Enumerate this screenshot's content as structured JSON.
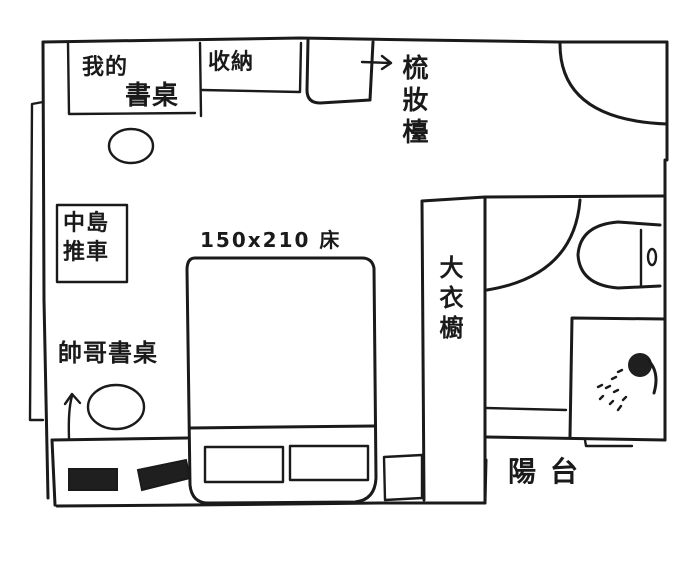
{
  "diagram": {
    "type": "floor-plan-sketch",
    "style": "hand-drawn",
    "stroke_color": "#1a1a1a",
    "background": "#ffffff"
  },
  "labels": {
    "my_desk_line1": "我的",
    "my_desk_line2": "書桌",
    "storage": "收納",
    "vanity": "梳妝檯",
    "island_cart_line1": "中島",
    "island_cart_line2": "推車",
    "bed": "150x210 床",
    "handsome_desk": "帥哥書桌",
    "wardrobe": "大衣櫥",
    "balcony": "陽台"
  },
  "furniture": [
    {
      "id": "my-desk",
      "label": "我的書桌"
    },
    {
      "id": "storage",
      "label": "收納"
    },
    {
      "id": "vanity",
      "label": "梳妝檯",
      "note": "arrow from box to label"
    },
    {
      "id": "island-cart",
      "label": "中島推車"
    },
    {
      "id": "bed",
      "label": "150x210 床",
      "size_cm": "150x210",
      "pillows": 2
    },
    {
      "id": "handsome-desk",
      "label": "帥哥書桌"
    },
    {
      "id": "wardrobe",
      "label": "大衣櫥"
    },
    {
      "id": "bathroom",
      "items": [
        "toilet",
        "shower"
      ]
    },
    {
      "id": "balcony",
      "label": "陽台"
    }
  ]
}
